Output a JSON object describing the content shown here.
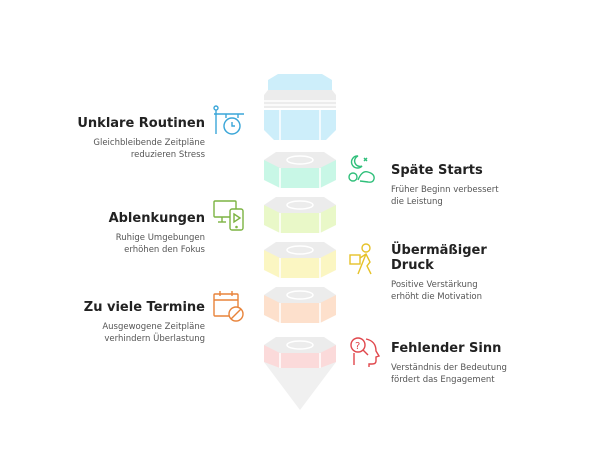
{
  "diagram": {
    "type": "stacked-nut-column",
    "layers": [
      {
        "color": "#cdeefa",
        "shape": "cylinder-cap"
      },
      {
        "color": "#c8f7e6",
        "shape": "hex-nut"
      },
      {
        "color": "#e9f8c8",
        "shape": "hex-nut"
      },
      {
        "color": "#fbf6c2",
        "shape": "hex-nut"
      },
      {
        "color": "#fde0cc",
        "shape": "hex-nut"
      },
      {
        "color": "#fbdada",
        "shape": "hex-nut-tip"
      }
    ]
  },
  "items": [
    {
      "side": "left",
      "title": "Unklare Routinen",
      "desc_line1": "Gleichbleibende Zeitpläne",
      "desc_line2": "reduzieren Stress",
      "icon": "clock-sign-icon",
      "color": "#3aa6d8"
    },
    {
      "side": "right",
      "title": "Späte Starts",
      "desc_line1": "Früher Beginn verbessert",
      "desc_line2": "die Leistung",
      "icon": "sleeping-person-icon",
      "color": "#2fbf7a"
    },
    {
      "side": "left",
      "title": "Ablenkungen",
      "desc_line1": "Ruhige Umgebungen",
      "desc_line2": "erhöhen den Fokus",
      "icon": "screens-icon",
      "color": "#7cb342"
    },
    {
      "side": "right",
      "title": "Übermäßiger",
      "title2": "Druck",
      "desc_line1": "Positive Verstärkung",
      "desc_line2": "erhöht die Motivation",
      "icon": "carrying-person-icon",
      "color": "#e6c229"
    },
    {
      "side": "left",
      "title": "Zu viele Termine",
      "desc_line1": "Ausgewogene Zeitpläne",
      "desc_line2": "verhindern Überlastung",
      "icon": "calendar-blocked-icon",
      "color": "#e8833a"
    },
    {
      "side": "right",
      "title": "Fehlender Sinn",
      "desc_line1": "Verständnis der Bedeutung",
      "desc_line2": "fördert das Engagement",
      "icon": "head-question-icon",
      "color": "#e0474c"
    }
  ]
}
